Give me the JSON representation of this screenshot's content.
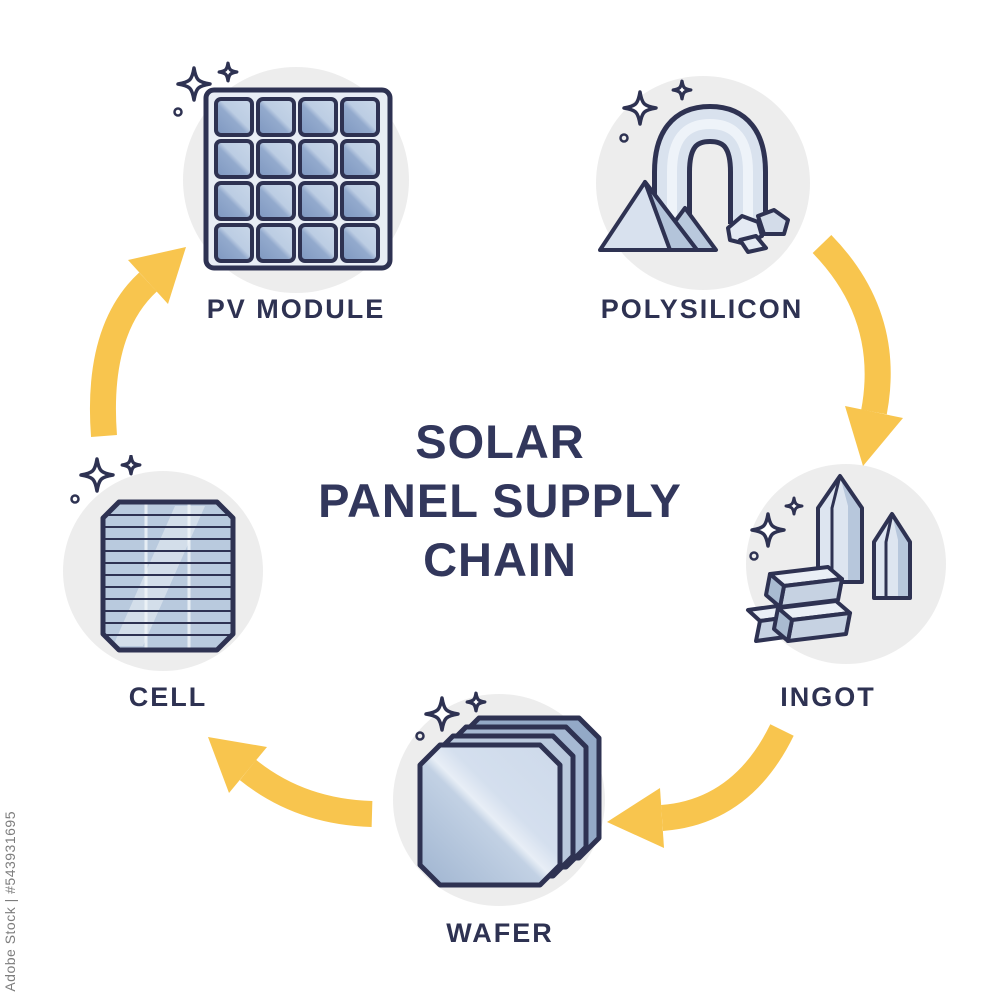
{
  "title": {
    "lines": [
      "SOLAR",
      "PANEL SUPPLY",
      "CHAIN"
    ]
  },
  "nodes": [
    {
      "id": "pv-module",
      "label": "PV MODULE"
    },
    {
      "id": "polysilicon",
      "label": "POLYSILICON"
    },
    {
      "id": "ingot",
      "label": "INGOT"
    },
    {
      "id": "wafer",
      "label": "WAFER"
    },
    {
      "id": "cell",
      "label": "CELL"
    }
  ],
  "flow": [
    {
      "from": "polysilicon",
      "to": "ingot"
    },
    {
      "from": "ingot",
      "to": "wafer"
    },
    {
      "from": "wafer",
      "to": "cell"
    },
    {
      "from": "cell",
      "to": "pv-module"
    }
  ],
  "watermark": "Adobe Stock | #543931695",
  "colors": {
    "outline": "#2e3252",
    "arrow": "#f8c54e",
    "circle_bg": "#ededed",
    "title": "#32375c",
    "icon_light": "#dde5f0",
    "icon_mid": "#b9cade",
    "icon_dark": "#8fa9cd"
  }
}
